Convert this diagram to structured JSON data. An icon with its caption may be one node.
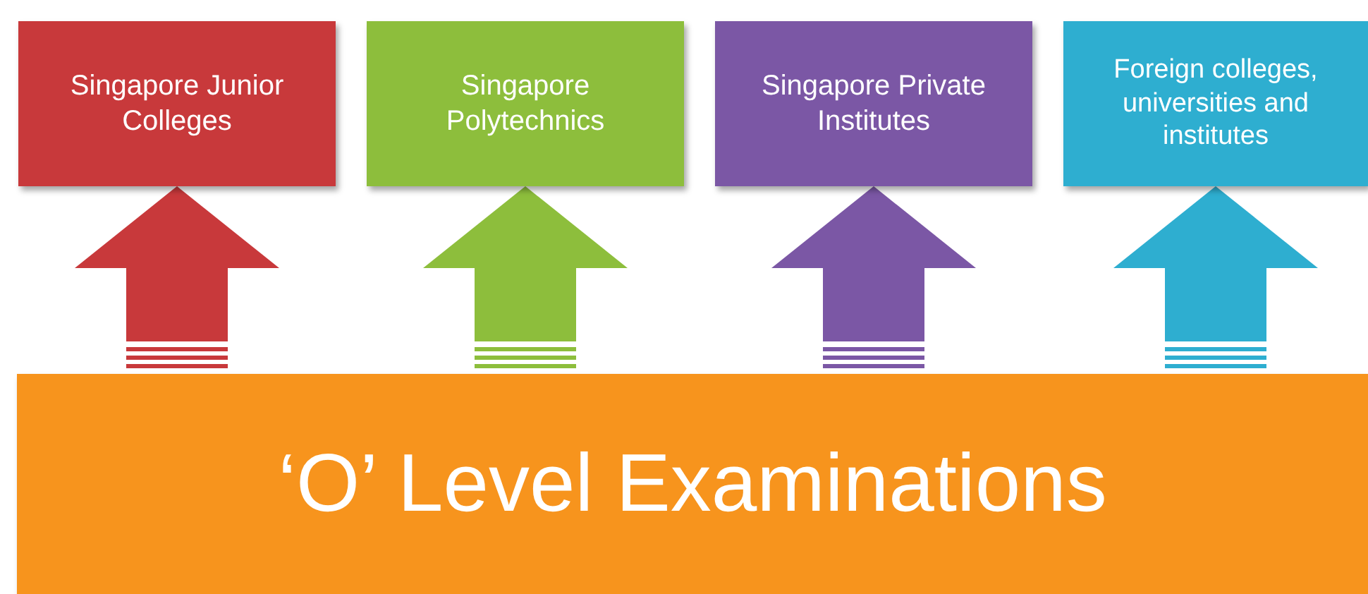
{
  "diagram": {
    "nodes": [
      {
        "text": [
          "Singapore Junior Colleges"
        ]
      },
      {
        "text": [
          "Singapore Polytechnics"
        ]
      },
      {
        "text": [
          "Singapore Private Institutes"
        ]
      },
      {
        "text": [
          "Foreign colleges, universities and institutes"
        ]
      },
      {
        "text": [
          "‘O’ Level Examinations"
        ]
      }
    ],
    "edges": [
      {
        "from": 4,
        "to": 0,
        "arrow": "to",
        "color": "#c8393b"
      },
      {
        "from": 4,
        "to": 1,
        "arrow": "to",
        "color": "#8dbe3c"
      },
      {
        "from": 4,
        "to": 2,
        "arrow": "to",
        "color": "#7b57a5"
      },
      {
        "from": 4,
        "to": 3,
        "arrow": "to",
        "color": "#2eaed0"
      }
    ]
  }
}
